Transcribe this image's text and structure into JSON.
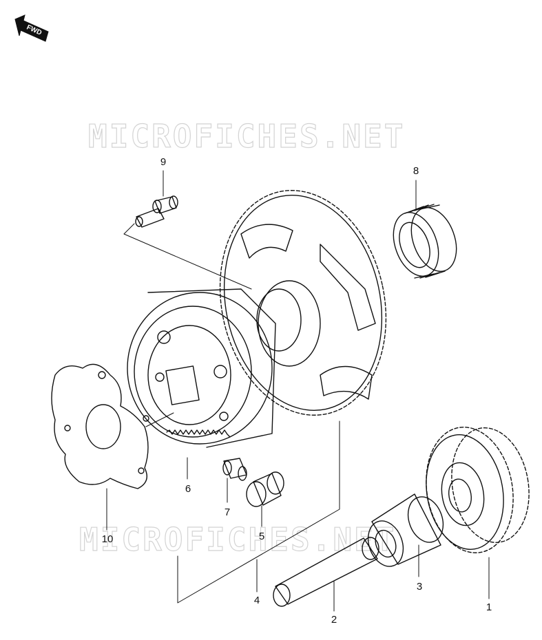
{
  "watermark": {
    "text": "MICROFICHES.NET"
  },
  "direction_badge": {
    "label": "FWD"
  },
  "callouts": [
    {
      "id": "9",
      "label": "9"
    },
    {
      "id": "8",
      "label": "8"
    },
    {
      "id": "6",
      "label": "6"
    },
    {
      "id": "7",
      "label": "7"
    },
    {
      "id": "5",
      "label": "5"
    },
    {
      "id": "10",
      "label": "10"
    },
    {
      "id": "4",
      "label": "4"
    },
    {
      "id": "3",
      "label": "3"
    },
    {
      "id": "2",
      "label": "2"
    },
    {
      "id": "1",
      "label": "1"
    }
  ],
  "colors": {
    "line": "#111111",
    "watermark": "#d3d3d3",
    "background": "#ffffff"
  }
}
